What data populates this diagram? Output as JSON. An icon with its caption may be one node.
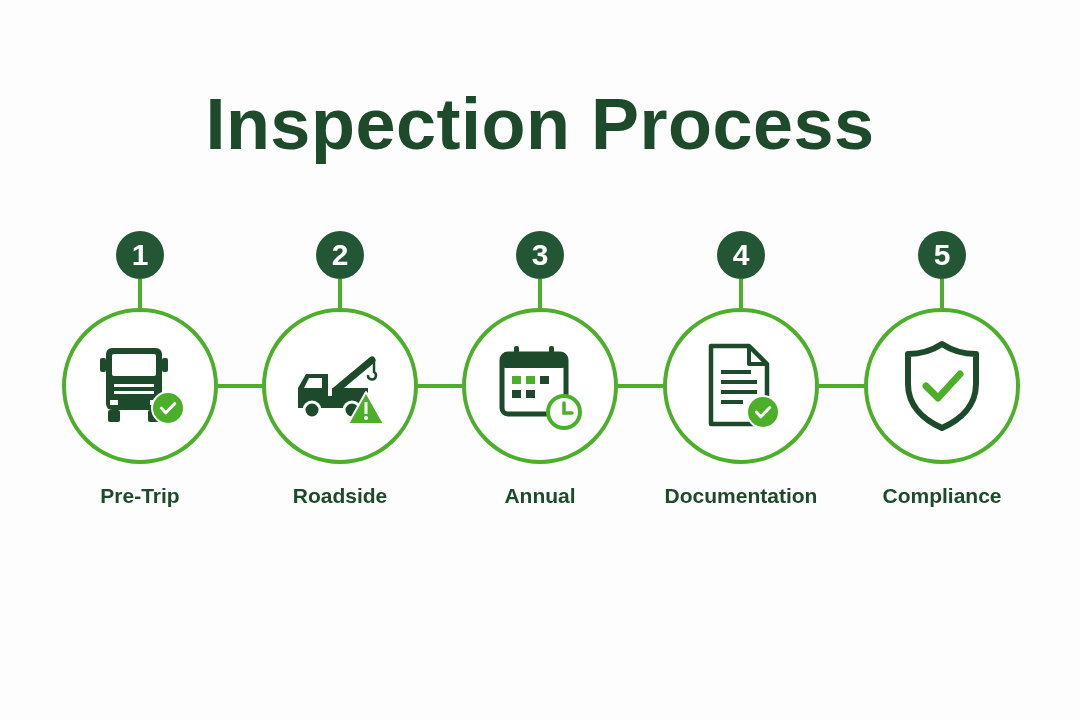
{
  "diagram": {
    "title": "Inspection Process",
    "nodes": [
      {
        "text": [
          "1"
        ]
      },
      {
        "text": [
          "2"
        ]
      },
      {
        "text": [
          "3"
        ]
      },
      {
        "text": [
          "4"
        ]
      },
      {
        "text": [
          "5"
        ]
      },
      {
        "text": [
          "Pre-Trip"
        ]
      },
      {
        "text": [
          "Roadside"
        ]
      },
      {
        "text": [
          "Annual"
        ]
      },
      {
        "text": [
          "Documentation"
        ]
      },
      {
        "text": [
          "Compliance"
        ]
      }
    ],
    "edges": [
      {
        "from": 0,
        "to": 5,
        "arrow": "none"
      },
      {
        "from": 1,
        "to": 6,
        "arrow": "none"
      },
      {
        "from": 2,
        "to": 7,
        "arrow": "none"
      },
      {
        "from": 3,
        "to": 8,
        "arrow": "none"
      },
      {
        "from": 4,
        "to": 9,
        "arrow": "none"
      },
      {
        "from": 5,
        "to": 6,
        "arrow": "none"
      },
      {
        "from": 6,
        "to": 7,
        "arrow": "none"
      },
      {
        "from": 7,
        "to": 8,
        "arrow": "none"
      },
      {
        "from": 8,
        "to": 9,
        "arrow": "none"
      }
    ]
  }
}
